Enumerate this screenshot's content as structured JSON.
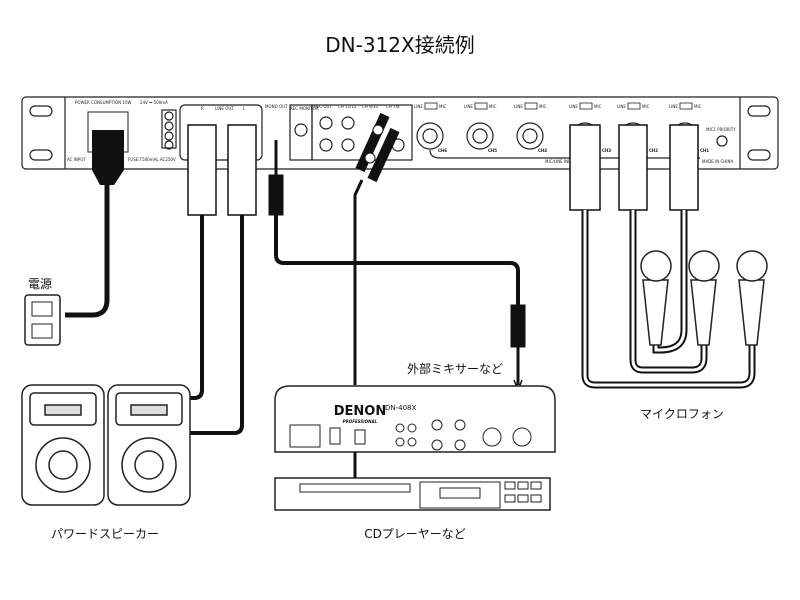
{
  "title": "DN-312X接続例",
  "labels": {
    "power": "電源",
    "external_mixer": "外部ミキサーなど",
    "microphone": "マイクロフォン",
    "powered_speaker": "パワードスピーカー",
    "cd_player": "CDプレーヤーなど"
  },
  "rack": {
    "power_consumption": "POWER CONSUMPTION 10W",
    "dc": "24V ⎓ 500mA",
    "ac_input": "AC INPUT",
    "fuse": "FUSE:T500mAL AC250V",
    "line_out": "LINE OUT",
    "r": "R",
    "l": "L",
    "mono_out": "MONO OUT",
    "rec_monitor": "REC MONITOR",
    "rec_out": "REC OUT",
    "ch1112": "CH 11/12",
    "ch910": "CH 9/10",
    "ch78": "CH 7/8",
    "line": "LINE",
    "mic": "MIC",
    "channels": [
      "CH6",
      "CH5",
      "CH4",
      "CH3",
      "CH2",
      "CH1"
    ],
    "mic_line_input": "MIC/LINE INPUT",
    "mic1_priority": "MIC1 PRIORITY",
    "made_in_china": "MADE IN CHINA"
  },
  "player": {
    "brand": "DENON",
    "sub": "PROFESSIONAL",
    "model": "DN-408X"
  }
}
